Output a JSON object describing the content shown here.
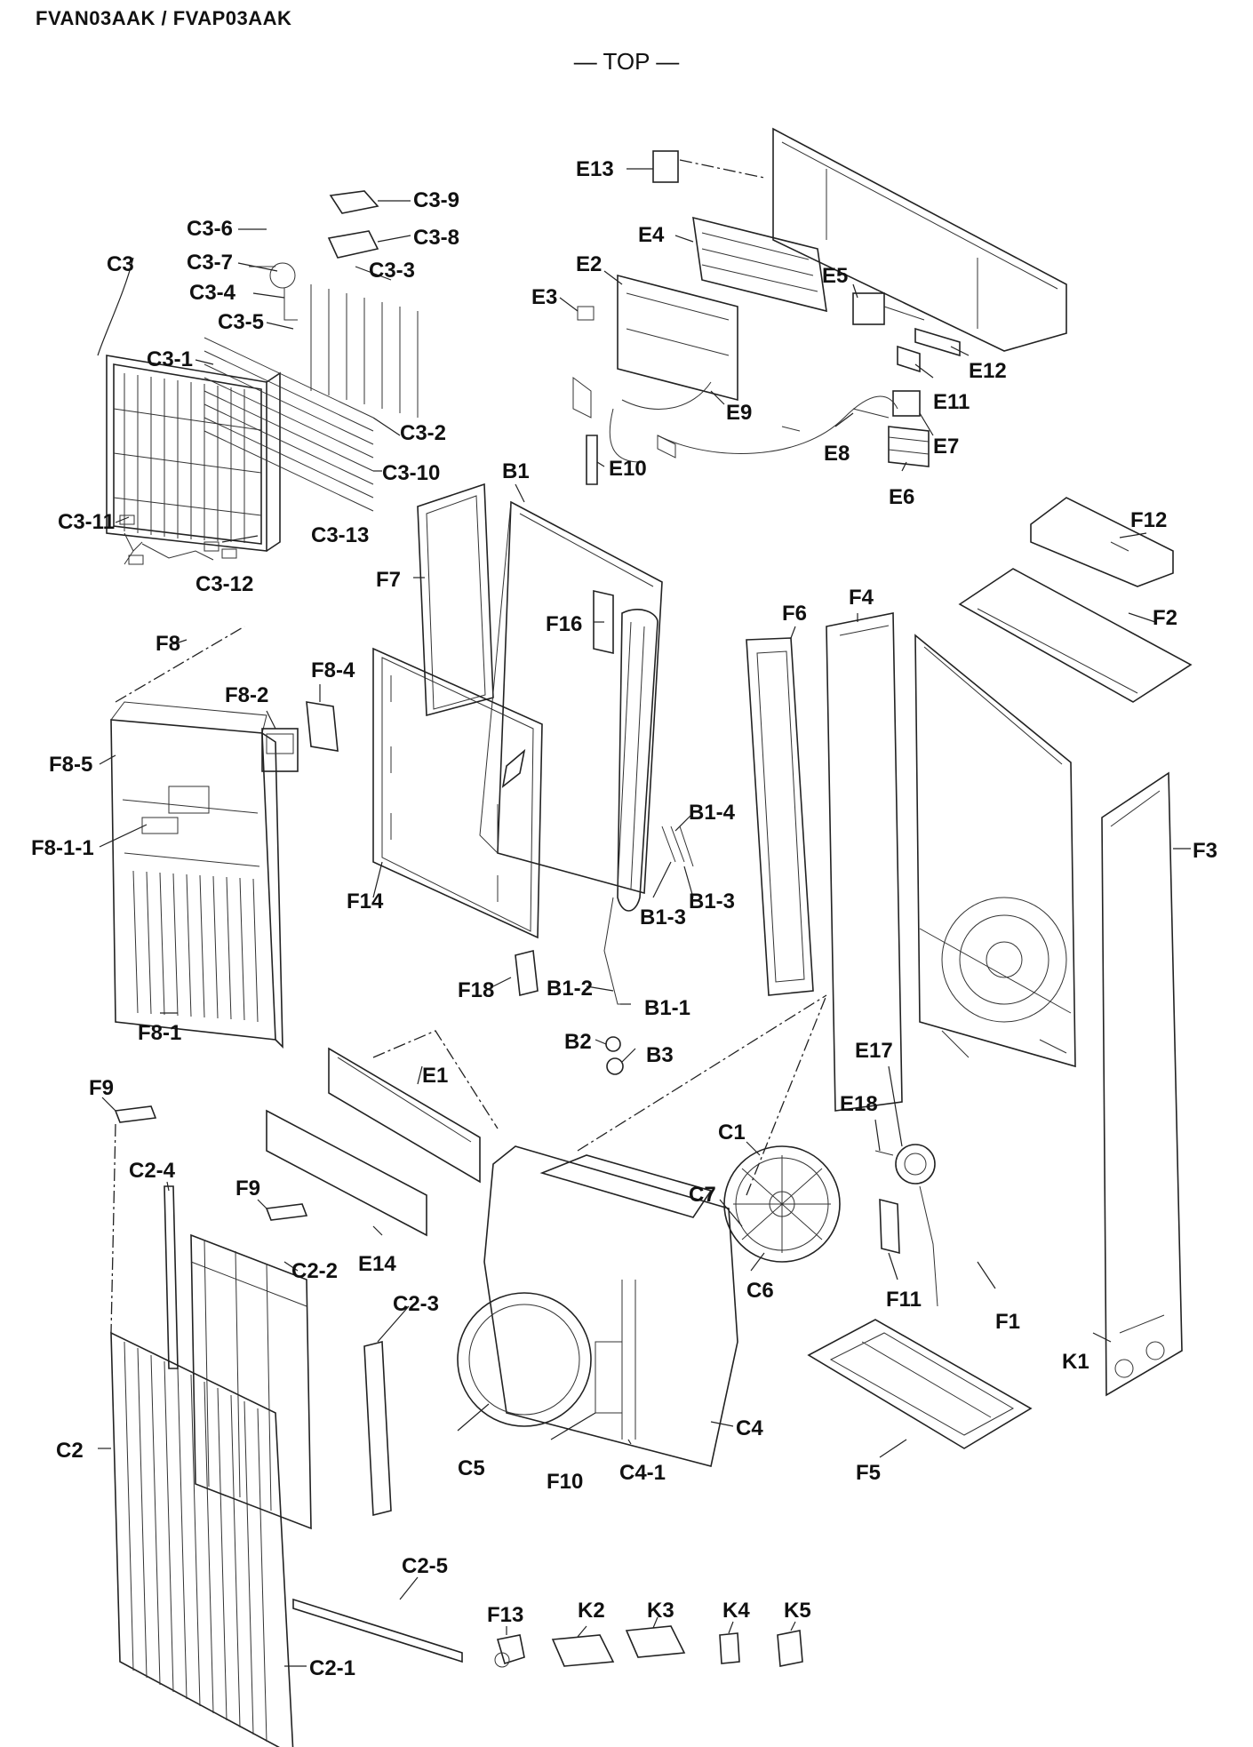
{
  "header": {
    "model": "FVAN03AAK / FVAP03AAK",
    "view": "— TOP —"
  },
  "labels": [
    {
      "id": "C3",
      "text": "C3"
    },
    {
      "id": "C3-1",
      "text": "C3-1"
    },
    {
      "id": "C3-2",
      "text": "C3-2"
    },
    {
      "id": "C3-3",
      "text": "C3-3"
    },
    {
      "id": "C3-4",
      "text": "C3-4"
    },
    {
      "id": "C3-5",
      "text": "C3-5"
    },
    {
      "id": "C3-6",
      "text": "C3-6"
    },
    {
      "id": "C3-7",
      "text": "C3-7"
    },
    {
      "id": "C3-8",
      "text": "C3-8"
    },
    {
      "id": "C3-9",
      "text": "C3-9"
    },
    {
      "id": "C3-10",
      "text": "C3-10"
    },
    {
      "id": "C3-11",
      "text": "C3-11"
    },
    {
      "id": "C3-12",
      "text": "C3-12"
    },
    {
      "id": "C3-13",
      "text": "C3-13"
    },
    {
      "id": "E13",
      "text": "E13"
    },
    {
      "id": "E4",
      "text": "E4"
    },
    {
      "id": "E2",
      "text": "E2"
    },
    {
      "id": "E3",
      "text": "E3"
    },
    {
      "id": "E5",
      "text": "E5"
    },
    {
      "id": "E12",
      "text": "E12"
    },
    {
      "id": "E11",
      "text": "E11"
    },
    {
      "id": "E9",
      "text": "E9"
    },
    {
      "id": "E7",
      "text": "E7"
    },
    {
      "id": "E8",
      "text": "E8"
    },
    {
      "id": "E10",
      "text": "E10"
    },
    {
      "id": "E6",
      "text": "E6"
    },
    {
      "id": "B1",
      "text": "B1"
    },
    {
      "id": "F7",
      "text": "F7"
    },
    {
      "id": "F16",
      "text": "F16"
    },
    {
      "id": "F12",
      "text": "F12"
    },
    {
      "id": "F6",
      "text": "F6"
    },
    {
      "id": "F4",
      "text": "F4"
    },
    {
      "id": "F2",
      "text": "F2"
    },
    {
      "id": "F8",
      "text": "F8"
    },
    {
      "id": "F8-4",
      "text": "F8-4"
    },
    {
      "id": "F8-2",
      "text": "F8-2"
    },
    {
      "id": "F8-5",
      "text": "F8-5"
    },
    {
      "id": "F8-1-1",
      "text": "F8-1-1"
    },
    {
      "id": "B1-4",
      "text": "B1-4"
    },
    {
      "id": "F3",
      "text": "F3"
    },
    {
      "id": "B1-3a",
      "text": "B1-3"
    },
    {
      "id": "B1-3b",
      "text": "B1-3"
    },
    {
      "id": "F14",
      "text": "F14"
    },
    {
      "id": "F18",
      "text": "F18"
    },
    {
      "id": "B1-2",
      "text": "B1-2"
    },
    {
      "id": "B1-1",
      "text": "B1-1"
    },
    {
      "id": "F8-1",
      "text": "F8-1"
    },
    {
      "id": "B2",
      "text": "B2"
    },
    {
      "id": "B3",
      "text": "B3"
    },
    {
      "id": "E17",
      "text": "E17"
    },
    {
      "id": "F9a",
      "text": "F9"
    },
    {
      "id": "E1",
      "text": "E1"
    },
    {
      "id": "E18",
      "text": "E18"
    },
    {
      "id": "C1",
      "text": "C1"
    },
    {
      "id": "C2-4",
      "text": "C2-4"
    },
    {
      "id": "F9b",
      "text": "F9"
    },
    {
      "id": "C7",
      "text": "C7"
    },
    {
      "id": "E14",
      "text": "E14"
    },
    {
      "id": "C2-2",
      "text": "C2-2"
    },
    {
      "id": "C2-3",
      "text": "C2-3"
    },
    {
      "id": "C6",
      "text": "C6"
    },
    {
      "id": "F11",
      "text": "F11"
    },
    {
      "id": "F1",
      "text": "F1"
    },
    {
      "id": "K1",
      "text": "K1"
    },
    {
      "id": "C4",
      "text": "C4"
    },
    {
      "id": "C2",
      "text": "C2"
    },
    {
      "id": "F5",
      "text": "F5"
    },
    {
      "id": "C5",
      "text": "C5"
    },
    {
      "id": "F10",
      "text": "F10"
    },
    {
      "id": "C4-1",
      "text": "C4-1"
    },
    {
      "id": "C2-5",
      "text": "C2-5"
    },
    {
      "id": "F13",
      "text": "F13"
    },
    {
      "id": "K2",
      "text": "K2"
    },
    {
      "id": "K3",
      "text": "K3"
    },
    {
      "id": "K4",
      "text": "K4"
    },
    {
      "id": "K5",
      "text": "K5"
    },
    {
      "id": "C2-1",
      "text": "C2-1"
    }
  ]
}
